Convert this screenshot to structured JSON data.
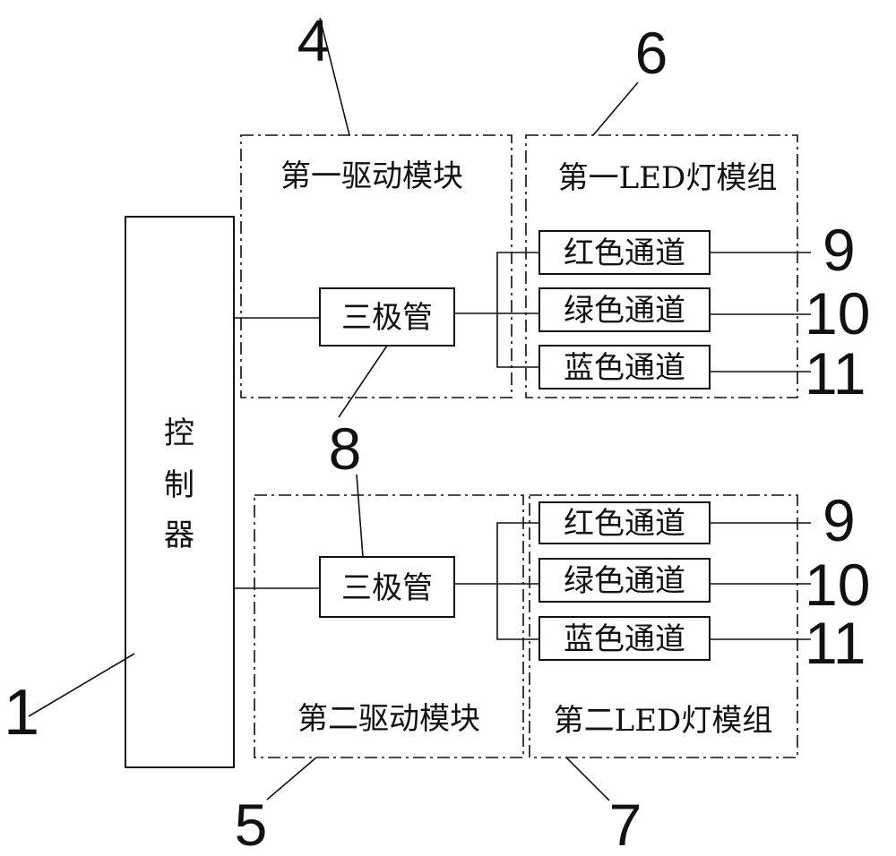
{
  "controller": {
    "label_chars": [
      "控",
      "制",
      "器"
    ],
    "ref": "1"
  },
  "driver_modules": [
    {
      "label": "第一驱动模块",
      "ref": "4",
      "transistor": "三极管"
    },
    {
      "label": "第二驱动模块",
      "ref": "5",
      "transistor": "三极管"
    }
  ],
  "transistor_ref": "8",
  "led_modules": [
    {
      "label": "第一LED灯模组",
      "ref": "6",
      "channels": [
        {
          "label": "红色通道",
          "ref": "9"
        },
        {
          "label": "绿色通道",
          "ref": "10"
        },
        {
          "label": "蓝色通道",
          "ref": "11"
        }
      ]
    },
    {
      "label": "第二LED灯模组",
      "ref": "7",
      "channels": [
        {
          "label": "红色通道",
          "ref": "9"
        },
        {
          "label": "绿色通道",
          "ref": "10"
        },
        {
          "label": "蓝色通道",
          "ref": "11"
        }
      ]
    }
  ]
}
